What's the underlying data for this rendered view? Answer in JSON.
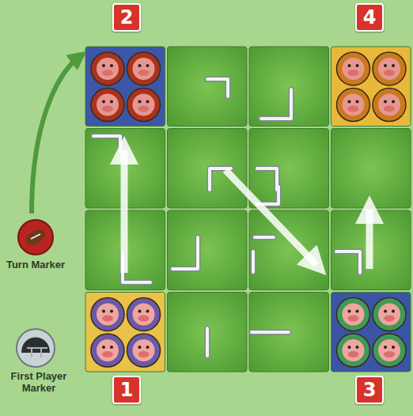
{
  "diagram": {
    "nodes": [
      {
        "text": [
          "2"
        ]
      },
      {
        "text": [
          "4"
        ]
      },
      {
        "text": [
          "1"
        ]
      },
      {
        "text": [
          "3"
        ]
      }
    ],
    "labels": [
      "Turn Marker",
      "First Player Marker"
    ]
  }
}
